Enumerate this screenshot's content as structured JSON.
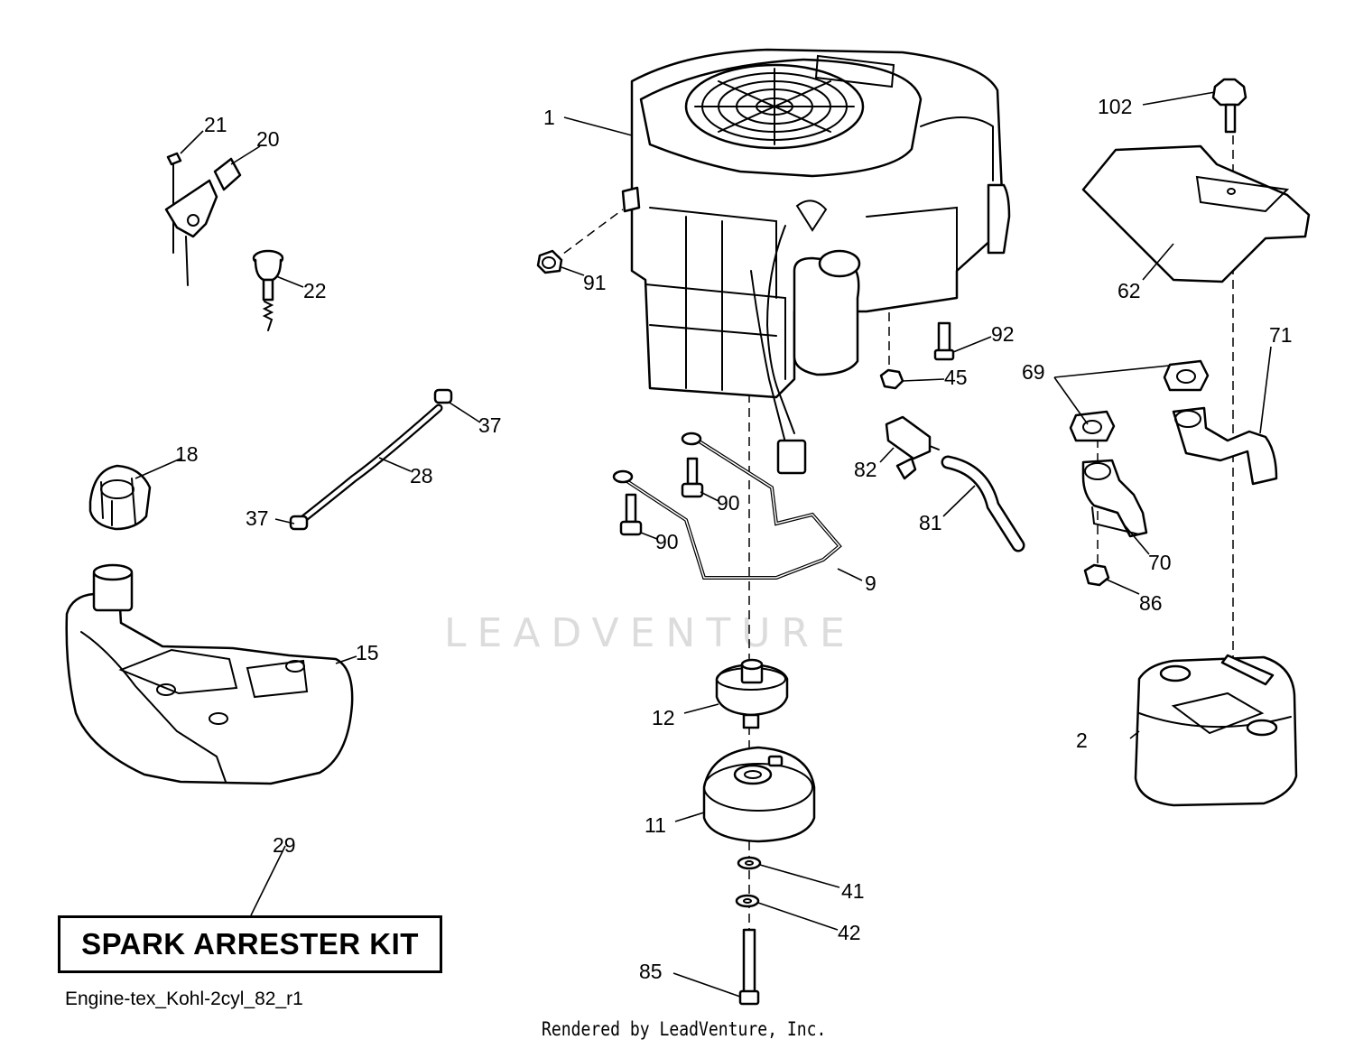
{
  "watermark": "LEADVENTURE",
  "kit_label": "SPARK ARRESTER KIT",
  "diagram_code": "Engine-tex_Kohl-2cyl_82_r1",
  "footer": "Rendered by LeadVenture, Inc.",
  "callouts": {
    "c1": "1",
    "c2": "2",
    "c9": "9",
    "c11": "11",
    "c12": "12",
    "c15": "15",
    "c18": "18",
    "c20": "20",
    "c21": "21",
    "c22": "22",
    "c28": "28",
    "c29": "29",
    "c37a": "37",
    "c37b": "37",
    "c41": "41",
    "c42": "42",
    "c45": "45",
    "c62": "62",
    "c69": "69",
    "c70": "70",
    "c71": "71",
    "c81": "81",
    "c82": "82",
    "c85": "85",
    "c86": "86",
    "c90a": "90",
    "c90b": "90",
    "c91": "91",
    "c92": "92",
    "c102": "102"
  }
}
